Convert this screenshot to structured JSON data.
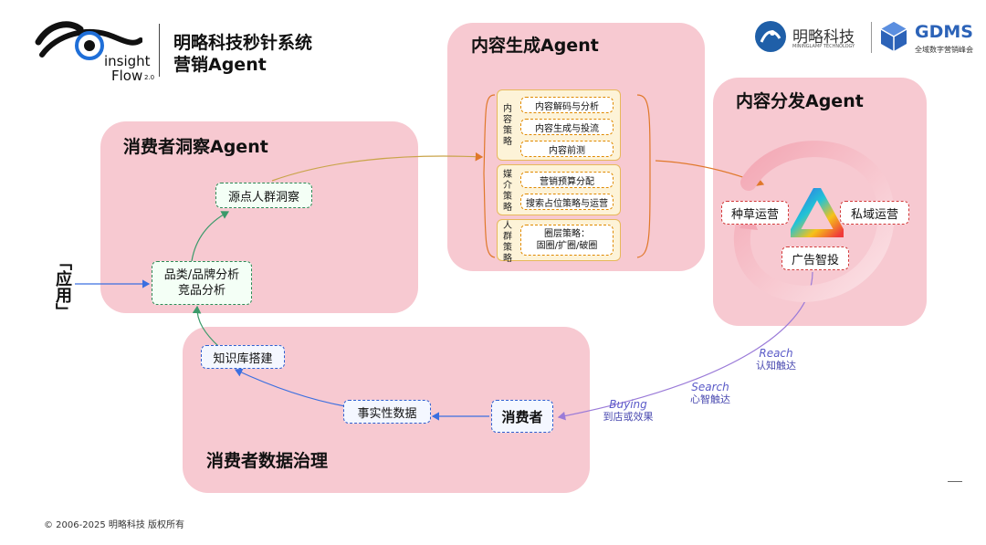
{
  "header": {
    "brand_line1": "insight",
    "brand_line2": "Flow",
    "brand_version": "2.0",
    "title_line1": "明略科技秒针系统",
    "title_line2": "营销Agent"
  },
  "logos": {
    "company_name": "明略科技",
    "company_sub": "MININGLAMP TECHNOLOGY",
    "gdms_name": "GDMS",
    "gdms_sub": "全域数字营销峰会"
  },
  "panels": {
    "insight": "消费者洞察Agent",
    "content_gen": "内容生成Agent",
    "distribution": "内容分发Agent",
    "governance": "消费者数据治理"
  },
  "app_label": "「应用」",
  "nodes": {
    "category": [
      "品类/品牌分析",
      "竞品分析"
    ],
    "source_crowd": "源点人群洞察",
    "knowledge": "知识库搭建",
    "facts": "事实性数据",
    "consumer": "消费者",
    "seeding": "种草运营",
    "private_domain": "私域运营",
    "ads": "广告智投"
  },
  "strategies": [
    {
      "label": "内容策略",
      "items": [
        "内容解码与分析",
        "内容生成与投流",
        "内容前测"
      ]
    },
    {
      "label": "媒介策略",
      "items": [
        "营销预算分配",
        "搜索占位策略与运营"
      ]
    },
    {
      "label": "人群策略",
      "items": [
        "圈层策略：",
        "固圈/扩圈/破圈"
      ]
    }
  ],
  "flow_labels": {
    "reach_en": "Reach",
    "reach_zh": "认知触达",
    "search_en": "Search",
    "search_zh": "心智触达",
    "buying_en": "Buying",
    "buying_zh": "到店或效果"
  },
  "footer": {
    "copyright": "© 2006-2025 明略科技 版权所有"
  },
  "colors": {
    "panel": "#f7c9d1",
    "arrow_green": "#3a9a6a",
    "arrow_blue": "#3b6fe0",
    "arrow_orange": "#e0782a",
    "arrow_purple": "#9a7ad8"
  }
}
